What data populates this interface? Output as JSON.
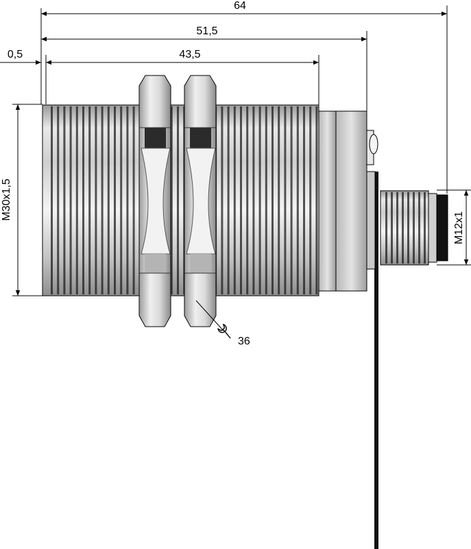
{
  "dimensions": {
    "overall_length": "64",
    "length_to_flange": "51,5",
    "thread_length": "43,5",
    "front_offset": "0,5",
    "body_thread": "M30x1,5",
    "connector_thread": "M12x1",
    "wrench_size": "36"
  },
  "icons": {
    "wrench": "wrench-icon"
  },
  "colors": {
    "metal_light": "#e6e6e6",
    "metal_dark": "#7a7a7a",
    "outline": "#000000"
  }
}
